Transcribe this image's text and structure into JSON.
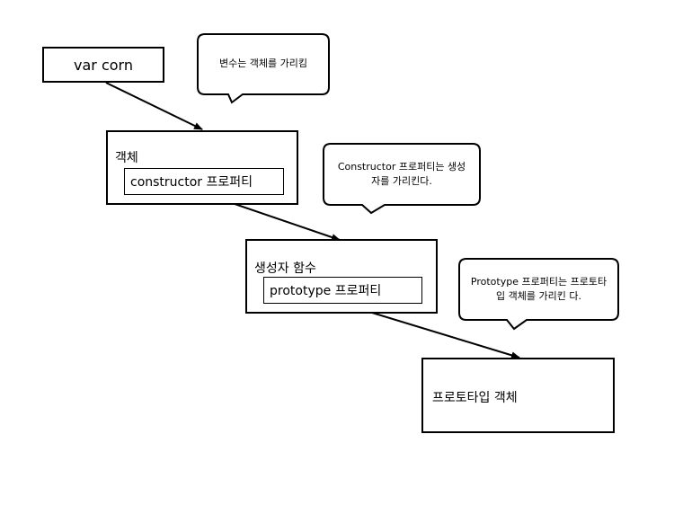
{
  "nodes": {
    "var_corn": "var corn",
    "object": {
      "label": "객체",
      "property": "constructor 프로퍼티"
    },
    "constructor_fn": {
      "label": "생성자 함수",
      "property": "prototype 프로퍼티"
    },
    "prototype_object": "프로토타입 객체"
  },
  "callouts": {
    "variable": "변수는 객체를 가리킴",
    "constructor": "Constructor 프로퍼티는 생성자를 가리킨다.",
    "prototype": "Prototype 프로퍼티는 프로토타입 객체를 가리킨 다."
  }
}
